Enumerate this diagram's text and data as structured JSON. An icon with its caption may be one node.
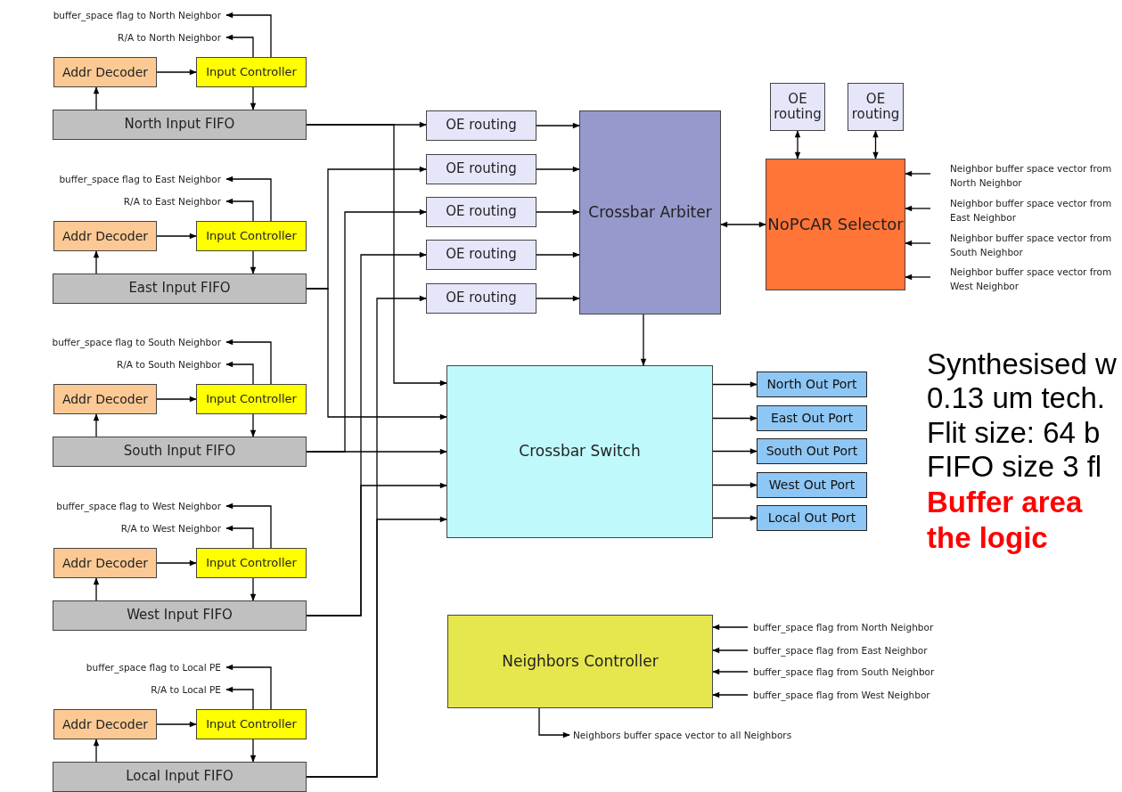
{
  "diagram": {
    "nodes": [
      {
        "text": [
          "buffer_space flag to North Neighbor"
        ]
      },
      {
        "text": [
          "R/A to North Neighbor"
        ]
      },
      {
        "text": [
          "Addr Decoder"
        ]
      },
      {
        "text": [
          "Input Controller"
        ]
      },
      {
        "text": [
          "North Input FIFO"
        ]
      },
      {
        "text": [
          "buffer_space flag to East Neighbor"
        ]
      },
      {
        "text": [
          "R/A to East Neighbor"
        ]
      },
      {
        "text": [
          "Addr Decoder"
        ]
      },
      {
        "text": [
          "Input Controller"
        ]
      },
      {
        "text": [
          "East Input FIFO"
        ]
      },
      {
        "text": [
          "buffer_space flag to South Neighbor"
        ]
      },
      {
        "text": [
          "R/A to South Neighbor"
        ]
      },
      {
        "text": [
          "Addr Decoder"
        ]
      },
      {
        "text": [
          "Input Controller"
        ]
      },
      {
        "text": [
          "South Input FIFO"
        ]
      },
      {
        "text": [
          "buffer_space flag to West Neighbor"
        ]
      },
      {
        "text": [
          "R/A to West Neighbor"
        ]
      },
      {
        "text": [
          "Addr Decoder"
        ]
      },
      {
        "text": [
          "Input Controller"
        ]
      },
      {
        "text": [
          "West Input FIFO"
        ]
      },
      {
        "text": [
          "buffer_space flag to Local PE"
        ]
      },
      {
        "text": [
          "R/A to Local PE"
        ]
      },
      {
        "text": [
          "Addr Decoder"
        ]
      },
      {
        "text": [
          "Input Controller"
        ]
      },
      {
        "text": [
          "Local Input FIFO"
        ]
      },
      {
        "text": [
          "OE routing"
        ]
      },
      {
        "text": [
          "OE routing"
        ]
      },
      {
        "text": [
          "OE routing"
        ]
      },
      {
        "text": [
          "OE routing"
        ]
      },
      {
        "text": [
          "OE routing"
        ]
      },
      {
        "text": [
          "Crossbar Arbiter"
        ]
      },
      {
        "text": [
          "OE routing"
        ]
      },
      {
        "text": [
          "OE routing"
        ]
      },
      {
        "text": [
          "NoPCAR Selector"
        ]
      },
      {
        "text": [
          "Neighbor buffer space vector from North Neighbor"
        ]
      },
      {
        "text": [
          "Neighbor buffer space vector from East Neighbor"
        ]
      },
      {
        "text": [
          "Neighbor buffer space vector from South Neighbor"
        ]
      },
      {
        "text": [
          "Neighbor buffer space vector from West Neighbor"
        ]
      },
      {
        "text": [
          "Crossbar Switch"
        ]
      },
      {
        "text": [
          "North Out Port"
        ]
      },
      {
        "text": [
          "East Out Port"
        ]
      },
      {
        "text": [
          "South Out Port"
        ]
      },
      {
        "text": [
          "West Out Port"
        ]
      },
      {
        "text": [
          "Local Out Port"
        ]
      },
      {
        "text": [
          "Neighbors Controller"
        ]
      },
      {
        "text": [
          "buffer_space flag from North Neighbor"
        ]
      },
      {
        "text": [
          "buffer_space flag from East Neighbor"
        ]
      },
      {
        "text": [
          "buffer_space flag from South Neighbor"
        ]
      },
      {
        "text": [
          "buffer_space flag from West Neighbor"
        ]
      },
      {
        "text": [
          "Neighbors buffer space vector to all Neighbors"
        ]
      }
    ],
    "edges": [
      {
        "from": 3,
        "to": 0,
        "arrow": "to"
      },
      {
        "from": 3,
        "to": 1,
        "arrow": "to"
      },
      {
        "from": 2,
        "to": 3,
        "arrow": "to"
      },
      {
        "from": 4,
        "to": 2,
        "arrow": "to"
      },
      {
        "from": 3,
        "to": 4,
        "arrow": "to"
      },
      {
        "from": 8,
        "to": 5,
        "arrow": "to"
      },
      {
        "from": 8,
        "to": 6,
        "arrow": "to"
      },
      {
        "from": 7,
        "to": 8,
        "arrow": "to"
      },
      {
        "from": 9,
        "to": 7,
        "arrow": "to"
      },
      {
        "from": 8,
        "to": 9,
        "arrow": "to"
      },
      {
        "from": 13,
        "to": 10,
        "arrow": "to"
      },
      {
        "from": 13,
        "to": 11,
        "arrow": "to"
      },
      {
        "from": 12,
        "to": 13,
        "arrow": "to"
      },
      {
        "from": 14,
        "to": 12,
        "arrow": "to"
      },
      {
        "from": 13,
        "to": 14,
        "arrow": "to"
      },
      {
        "from": 18,
        "to": 15,
        "arrow": "to"
      },
      {
        "from": 18,
        "to": 16,
        "arrow": "to"
      },
      {
        "from": 17,
        "to": 18,
        "arrow": "to"
      },
      {
        "from": 19,
        "to": 17,
        "arrow": "to"
      },
      {
        "from": 18,
        "to": 19,
        "arrow": "to"
      },
      {
        "from": 23,
        "to": 20,
        "arrow": "to"
      },
      {
        "from": 23,
        "to": 21,
        "arrow": "to"
      },
      {
        "from": 22,
        "to": 23,
        "arrow": "to"
      },
      {
        "from": 24,
        "to": 22,
        "arrow": "to"
      },
      {
        "from": 23,
        "to": 24,
        "arrow": "to"
      },
      {
        "from": 4,
        "to": 25,
        "arrow": "to"
      },
      {
        "from": 4,
        "to": 38,
        "arrow": "to"
      },
      {
        "from": 9,
        "to": 26,
        "arrow": "to"
      },
      {
        "from": 9,
        "to": 38,
        "arrow": "to"
      },
      {
        "from": 14,
        "to": 27,
        "arrow": "to"
      },
      {
        "from": 14,
        "to": 38,
        "arrow": "to"
      },
      {
        "from": 19,
        "to": 28,
        "arrow": "to"
      },
      {
        "from": 19,
        "to": 38,
        "arrow": "to"
      },
      {
        "from": 24,
        "to": 29,
        "arrow": "to"
      },
      {
        "from": 24,
        "to": 38,
        "arrow": "to"
      },
      {
        "from": 25,
        "to": 30,
        "arrow": "to"
      },
      {
        "from": 26,
        "to": 30,
        "arrow": "to"
      },
      {
        "from": 27,
        "to": 30,
        "arrow": "to"
      },
      {
        "from": 28,
        "to": 30,
        "arrow": "to"
      },
      {
        "from": 29,
        "to": 30,
        "arrow": "to"
      },
      {
        "from": 30,
        "to": 38,
        "arrow": "to"
      },
      {
        "from": 30,
        "to": 33,
        "arrow": "both"
      },
      {
        "from": 31,
        "to": 33,
        "arrow": "both"
      },
      {
        "from": 32,
        "to": 33,
        "arrow": "both"
      },
      {
        "from": 34,
        "to": 33,
        "arrow": "to"
      },
      {
        "from": 35,
        "to": 33,
        "arrow": "to"
      },
      {
        "from": 36,
        "to": 33,
        "arrow": "to"
      },
      {
        "from": 37,
        "to": 33,
        "arrow": "to"
      },
      {
        "from": 38,
        "to": 39,
        "arrow": "to"
      },
      {
        "from": 38,
        "to": 40,
        "arrow": "to"
      },
      {
        "from": 38,
        "to": 41,
        "arrow": "to"
      },
      {
        "from": 38,
        "to": 42,
        "arrow": "to"
      },
      {
        "from": 38,
        "to": 43,
        "arrow": "to"
      },
      {
        "from": 45,
        "to": 44,
        "arrow": "to"
      },
      {
        "from": 46,
        "to": 44,
        "arrow": "to"
      },
      {
        "from": 47,
        "to": 44,
        "arrow": "to"
      },
      {
        "from": 48,
        "to": 44,
        "arrow": "to"
      },
      {
        "from": 44,
        "to": 49,
        "arrow": "to"
      }
    ],
    "labels": [
      "Synthesised w",
      "0.13 um tech.",
      "Flit size: 64 b",
      "FIFO size 3 fl",
      "Buffer area",
      "the logic"
    ]
  }
}
